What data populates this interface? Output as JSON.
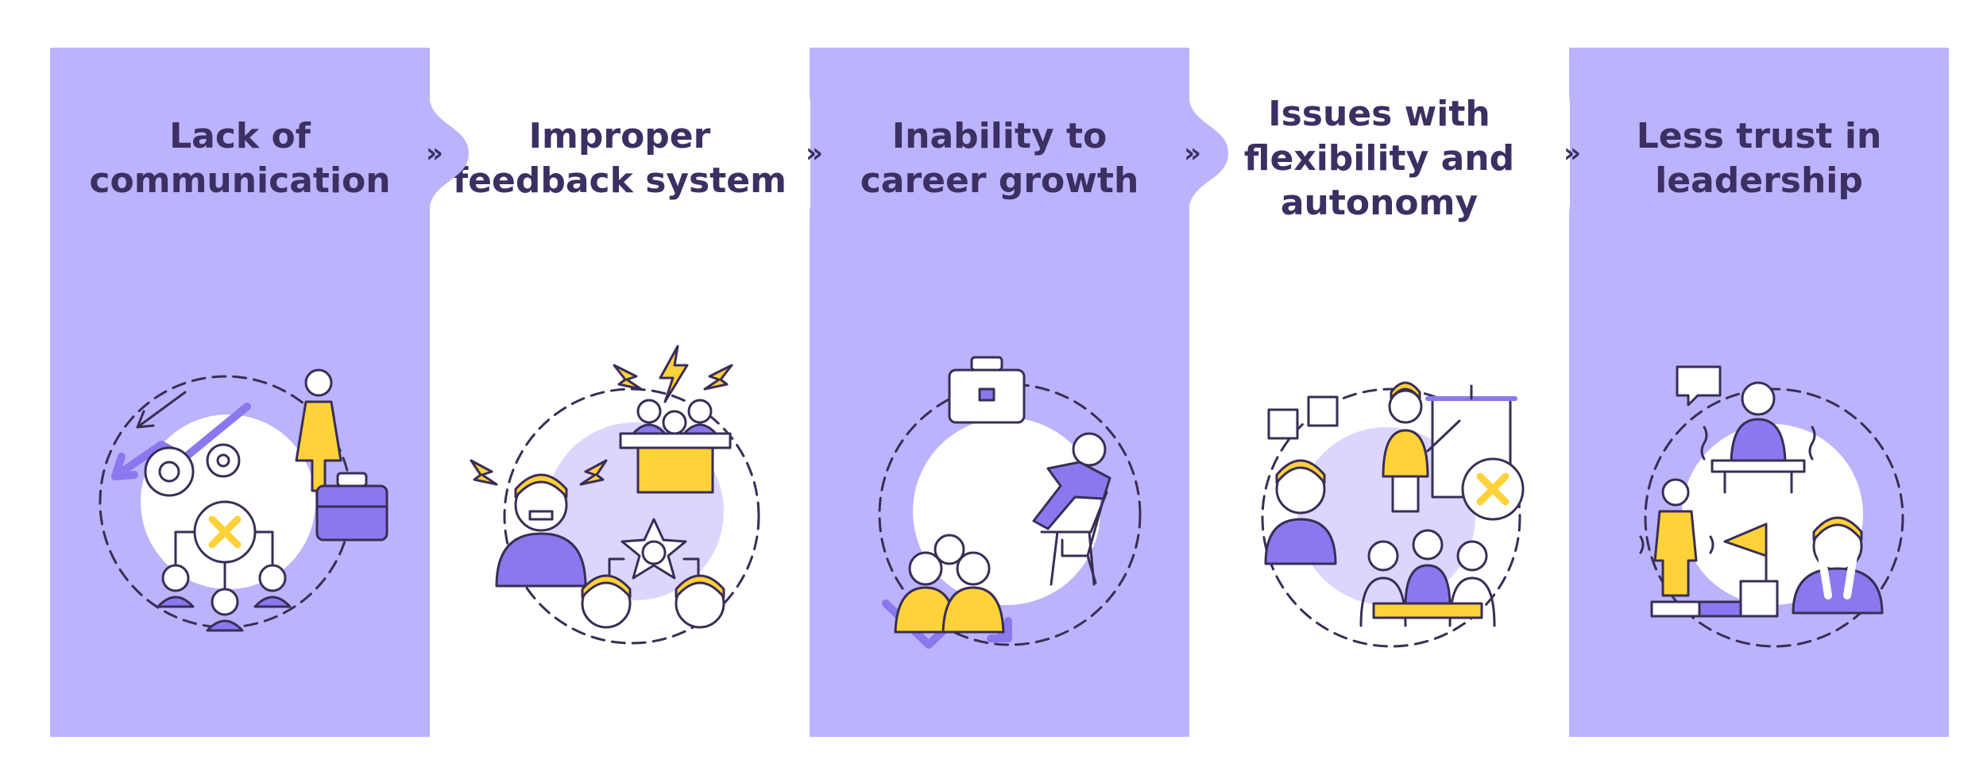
{
  "colors": {
    "panel_bg": "#bbb3fb",
    "accent_purple": "#8b78ee",
    "accent_yellow": "#ffd23a",
    "light_purple": "#dcd6ff",
    "text": "#3c2f62",
    "stroke": "#3a2d55"
  },
  "panels": [
    {
      "title": "Lack of\ncommunication"
    },
    {
      "title": "Improper\nfeedback system"
    },
    {
      "title": "Inability to\ncareer growth"
    },
    {
      "title": "Issues with\nflexibility and\nautonomy"
    },
    {
      "title": "Less trust in\nleadership"
    }
  ],
  "connector_glyph": "»"
}
